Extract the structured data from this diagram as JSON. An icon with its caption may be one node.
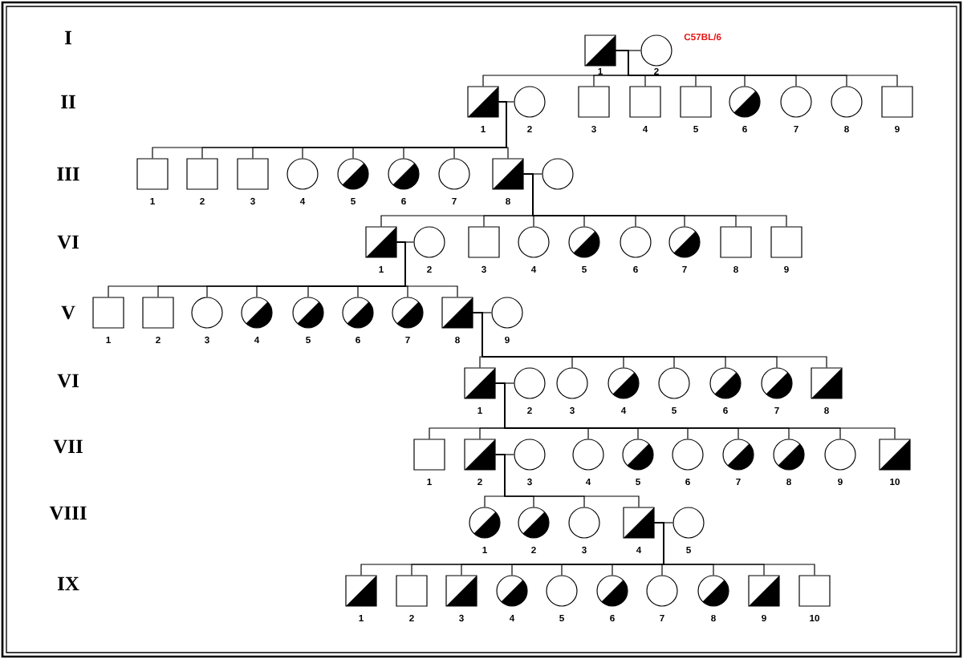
{
  "diagram": {
    "nodes": [
      {
        "text": [
          "1"
        ]
      },
      {
        "text": [
          "2"
        ],
        "beside": [
          "C57BL/6"
        ]
      },
      {
        "text": [
          "1"
        ]
      },
      {
        "text": [
          "2"
        ]
      },
      {
        "text": [
          "3"
        ]
      },
      {
        "text": [
          "4"
        ]
      },
      {
        "text": [
          "5"
        ]
      },
      {
        "text": [
          "6"
        ]
      },
      {
        "text": [
          "7"
        ]
      },
      {
        "text": [
          "8"
        ]
      },
      {
        "text": [
          "9"
        ]
      },
      {
        "text": [
          "1"
        ]
      },
      {
        "text": [
          "2"
        ]
      },
      {
        "text": [
          "3"
        ]
      },
      {
        "text": [
          "4"
        ]
      },
      {
        "text": [
          "5"
        ]
      },
      {
        "text": [
          "6"
        ]
      },
      {
        "text": [
          "7"
        ]
      },
      {
        "text": [
          "8"
        ]
      },
      {
        "text": [],
        "shape": "circle"
      },
      {
        "text": [
          "1"
        ]
      },
      {
        "text": [
          "2"
        ]
      },
      {
        "text": [
          "3"
        ]
      },
      {
        "text": [
          "4"
        ]
      },
      {
        "text": [
          "5"
        ]
      },
      {
        "text": [
          "6"
        ]
      },
      {
        "text": [
          "7"
        ]
      },
      {
        "text": [
          "8"
        ]
      },
      {
        "text": [
          "9"
        ]
      },
      {
        "text": [
          "1"
        ]
      },
      {
        "text": [
          "2"
        ]
      },
      {
        "text": [
          "3"
        ]
      },
      {
        "text": [
          "4"
        ]
      },
      {
        "text": [
          "5"
        ]
      },
      {
        "text": [
          "6"
        ]
      },
      {
        "text": [
          "7"
        ]
      },
      {
        "text": [
          "8"
        ]
      },
      {
        "text": [
          "9"
        ]
      },
      {
        "text": [
          "1"
        ]
      },
      {
        "text": [
          "2"
        ]
      },
      {
        "text": [
          "3"
        ]
      },
      {
        "text": [
          "4"
        ]
      },
      {
        "text": [
          "5"
        ]
      },
      {
        "text": [
          "6"
        ]
      },
      {
        "text": [
          "7"
        ]
      },
      {
        "text": [
          "8"
        ]
      },
      {
        "text": [
          "1"
        ]
      },
      {
        "text": [
          "2"
        ]
      },
      {
        "text": [
          "3"
        ]
      },
      {
        "text": [
          "4"
        ]
      },
      {
        "text": [
          "5"
        ]
      },
      {
        "text": [
          "6"
        ]
      },
      {
        "text": [
          "7"
        ]
      },
      {
        "text": [
          "8"
        ]
      },
      {
        "text": [
          "9"
        ]
      },
      {
        "text": [
          "10"
        ]
      },
      {
        "text": [
          "1"
        ]
      },
      {
        "text": [
          "2"
        ]
      },
      {
        "text": [
          "3"
        ]
      },
      {
        "text": [
          "4"
        ]
      },
      {
        "text": [
          "5"
        ]
      },
      {
        "text": [
          "1"
        ]
      },
      {
        "text": [
          "2"
        ]
      },
      {
        "text": [
          "3"
        ]
      },
      {
        "text": [
          "4"
        ]
      },
      {
        "text": [
          "5"
        ]
      },
      {
        "text": [
          "6"
        ]
      },
      {
        "text": [
          "7"
        ]
      },
      {
        "text": [
          "8"
        ]
      },
      {
        "text": [
          "9"
        ]
      },
      {
        "text": [
          "10"
        ]
      }
    ],
    "edges": [
      {
        "from": 0,
        "to": 1,
        "arrow": "none"
      },
      {
        "from": 2,
        "to": 3,
        "arrow": "none"
      },
      {
        "from": 18,
        "to": 19,
        "arrow": "none"
      },
      {
        "from": 20,
        "to": 21,
        "arrow": "none"
      },
      {
        "from": 36,
        "to": 37,
        "arrow": "none"
      },
      {
        "from": 38,
        "to": 39,
        "arrow": "none"
      },
      {
        "from": 47,
        "to": 48,
        "arrow": "none"
      },
      {
        "from": 59,
        "to": 60,
        "arrow": "none"
      },
      {
        "from": 0,
        "to": 2,
        "arrow": "none"
      },
      {
        "from": 0,
        "to": 4,
        "arrow": "none"
      },
      {
        "from": 0,
        "to": 5,
        "arrow": "none"
      },
      {
        "from": 0,
        "to": 6,
        "arrow": "none"
      },
      {
        "from": 0,
        "to": 7,
        "arrow": "none"
      },
      {
        "from": 0,
        "to": 8,
        "arrow": "none"
      },
      {
        "from": 0,
        "to": 9,
        "arrow": "none"
      },
      {
        "from": 0,
        "to": 10,
        "arrow": "none"
      },
      {
        "from": 2,
        "to": 11,
        "arrow": "none"
      },
      {
        "from": 2,
        "to": 12,
        "arrow": "none"
      },
      {
        "from": 2,
        "to": 13,
        "arrow": "none"
      },
      {
        "from": 2,
        "to": 14,
        "arrow": "none"
      },
      {
        "from": 2,
        "to": 15,
        "arrow": "none"
      },
      {
        "from": 2,
        "to": 16,
        "arrow": "none"
      },
      {
        "from": 2,
        "to": 17,
        "arrow": "none"
      },
      {
        "from": 2,
        "to": 18,
        "arrow": "none"
      },
      {
        "from": 18,
        "to": 20,
        "arrow": "none"
      },
      {
        "from": 18,
        "to": 22,
        "arrow": "none"
      },
      {
        "from": 18,
        "to": 23,
        "arrow": "none"
      },
      {
        "from": 18,
        "to": 24,
        "arrow": "none"
      },
      {
        "from": 18,
        "to": 25,
        "arrow": "none"
      },
      {
        "from": 18,
        "to": 26,
        "arrow": "none"
      },
      {
        "from": 18,
        "to": 27,
        "arrow": "none"
      },
      {
        "from": 18,
        "to": 28,
        "arrow": "none"
      },
      {
        "from": 20,
        "to": 29,
        "arrow": "none"
      },
      {
        "from": 20,
        "to": 30,
        "arrow": "none"
      },
      {
        "from": 20,
        "to": 31,
        "arrow": "none"
      },
      {
        "from": 20,
        "to": 32,
        "arrow": "none"
      },
      {
        "from": 20,
        "to": 33,
        "arrow": "none"
      },
      {
        "from": 20,
        "to": 34,
        "arrow": "none"
      },
      {
        "from": 20,
        "to": 35,
        "arrow": "none"
      },
      {
        "from": 20,
        "to": 36,
        "arrow": "none"
      },
      {
        "from": 36,
        "to": 38,
        "arrow": "none"
      },
      {
        "from": 36,
        "to": 40,
        "arrow": "none"
      },
      {
        "from": 36,
        "to": 41,
        "arrow": "none"
      },
      {
        "from": 36,
        "to": 42,
        "arrow": "none"
      },
      {
        "from": 36,
        "to": 43,
        "arrow": "none"
      },
      {
        "from": 36,
        "to": 44,
        "arrow": "none"
      },
      {
        "from": 36,
        "to": 45,
        "arrow": "none"
      },
      {
        "from": 38,
        "to": 46,
        "arrow": "none"
      },
      {
        "from": 38,
        "to": 47,
        "arrow": "none"
      },
      {
        "from": 38,
        "to": 49,
        "arrow": "none"
      },
      {
        "from": 38,
        "to": 50,
        "arrow": "none"
      },
      {
        "from": 38,
        "to": 51,
        "arrow": "none"
      },
      {
        "from": 38,
        "to": 52,
        "arrow": "none"
      },
      {
        "from": 38,
        "to": 53,
        "arrow": "none"
      },
      {
        "from": 38,
        "to": 54,
        "arrow": "none"
      },
      {
        "from": 38,
        "to": 55,
        "arrow": "none"
      },
      {
        "from": 47,
        "to": 56,
        "arrow": "none"
      },
      {
        "from": 47,
        "to": 57,
        "arrow": "none"
      },
      {
        "from": 47,
        "to": 58,
        "arrow": "none"
      },
      {
        "from": 47,
        "to": 59,
        "arrow": "none"
      },
      {
        "from": 59,
        "to": 61,
        "arrow": "none"
      },
      {
        "from": 59,
        "to": 62,
        "arrow": "none"
      },
      {
        "from": 59,
        "to": 63,
        "arrow": "none"
      },
      {
        "from": 59,
        "to": 64,
        "arrow": "none"
      },
      {
        "from": 59,
        "to": 65,
        "arrow": "none"
      },
      {
        "from": 59,
        "to": 66,
        "arrow": "none"
      },
      {
        "from": 59,
        "to": 67,
        "arrow": "none"
      },
      {
        "from": 59,
        "to": 68,
        "arrow": "none"
      },
      {
        "from": 59,
        "to": 69,
        "arrow": "none"
      },
      {
        "from": 59,
        "to": 70,
        "arrow": "none"
      }
    ],
    "labels": [
      "I",
      "II",
      "III",
      "VI",
      "V",
      "VI",
      "VII",
      "VIII",
      "IX"
    ]
  }
}
